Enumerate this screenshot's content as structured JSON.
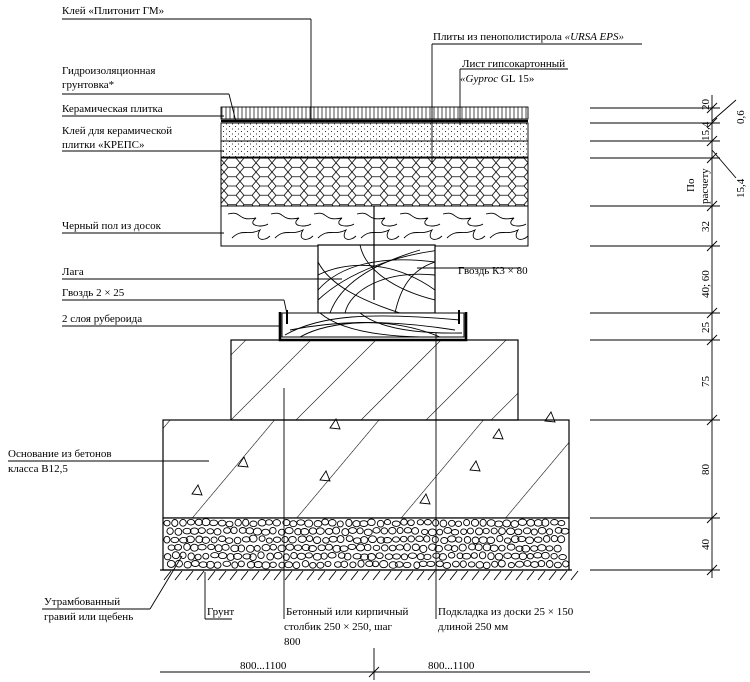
{
  "labels": {
    "glue_pliontit": "Клей «Плитонит ГМ»",
    "eps_plates_prefix": "Плиты из пенополистирола ",
    "eps_plates_brand": "«URSA EPS»",
    "hydro_line1": "Гидроизоляционная",
    "hydro_line2": "грунтовка*",
    "gypsum_line1": "Лист гипсокартонный",
    "gypsum_line2_brand": "«Gyproc",
    "gypsum_line2_rest": " GL 15»",
    "ceramic_tile": "Керамическая плитка",
    "ceramic_glue_line1": "Клей для керамической",
    "ceramic_glue_line2": "плитки «КРЕПС»",
    "black_floor": "Черный пол из досок",
    "joist": "Лага",
    "nail_k3": "Гвоздь К3 × 80",
    "nail_2x25": "Гвоздь 2 × 25",
    "ruberoid": "2 слоя рубероида",
    "base_line1": "Основание из бетонов",
    "base_line2": "класса В12,5",
    "gravel_line1": "Утрамбованный",
    "gravel_line2": "гравий или щебень",
    "soil": "Грунт",
    "post_line1": "Бетонный или кирпичный",
    "post_line2": "столбик 250 × 250, шаг",
    "post_line3": "800",
    "pad_line1": "Подкладка из доски 25 × 150",
    "pad_line2": "длиной 250 мм"
  },
  "dimensions": {
    "d_20": "20",
    "d_0_6": "0,6",
    "d_15_4_a": "15,4",
    "d_15_4_b": "15,4",
    "d_po_raschetu_1": "По",
    "d_po_raschetu_2": "расчету",
    "d_32": "32",
    "d_40_60": "40; 60",
    "d_25": "25",
    "d_75": "75",
    "d_80": "80",
    "d_40": "40",
    "spacing_left": "800...1100",
    "spacing_right": "800...1100"
  }
}
